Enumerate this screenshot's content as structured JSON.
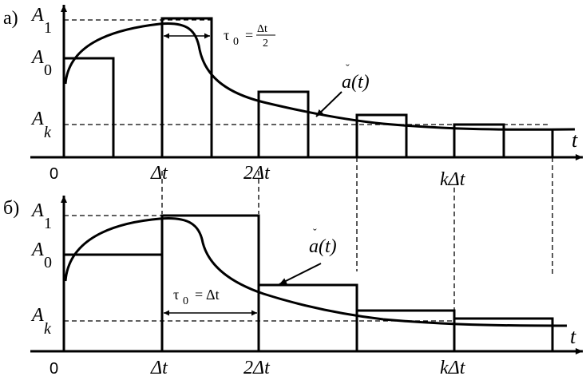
{
  "panel_a": {
    "label": "а)",
    "y_labels": {
      "a1_main": "A",
      "a1_sub": "1",
      "a0_main": "A",
      "a0_sub": "0",
      "ak_main": "A",
      "ak_sub": "k"
    },
    "x_labels": {
      "zero": "0",
      "dt": "Δt",
      "two_dt": "2Δt",
      "k_dt": "kΔt"
    },
    "axis_t": "t",
    "tau_main": "τ",
    "tau_sub": "0",
    "tau_eq": "=",
    "tau_num": "Δt",
    "tau_den": "2",
    "curve_label": "a(t)",
    "curve_mark": "ˇ"
  },
  "panel_b": {
    "label": "б)",
    "y_labels": {
      "a1_main": "A",
      "a1_sub": "1",
      "a0_main": "A",
      "a0_sub": "0",
      "ak_main": "A",
      "ak_sub": "k"
    },
    "x_labels": {
      "zero": "0",
      "dt": "Δt",
      "two_dt": "2Δt",
      "k_dt": "kΔt"
    },
    "axis_t": "t",
    "tau_main": "τ",
    "tau_sub": "0",
    "tau_eq": "=",
    "tau_val": "Δt",
    "curve_label": "a(t)",
    "curve_mark": "ˇ"
  }
}
